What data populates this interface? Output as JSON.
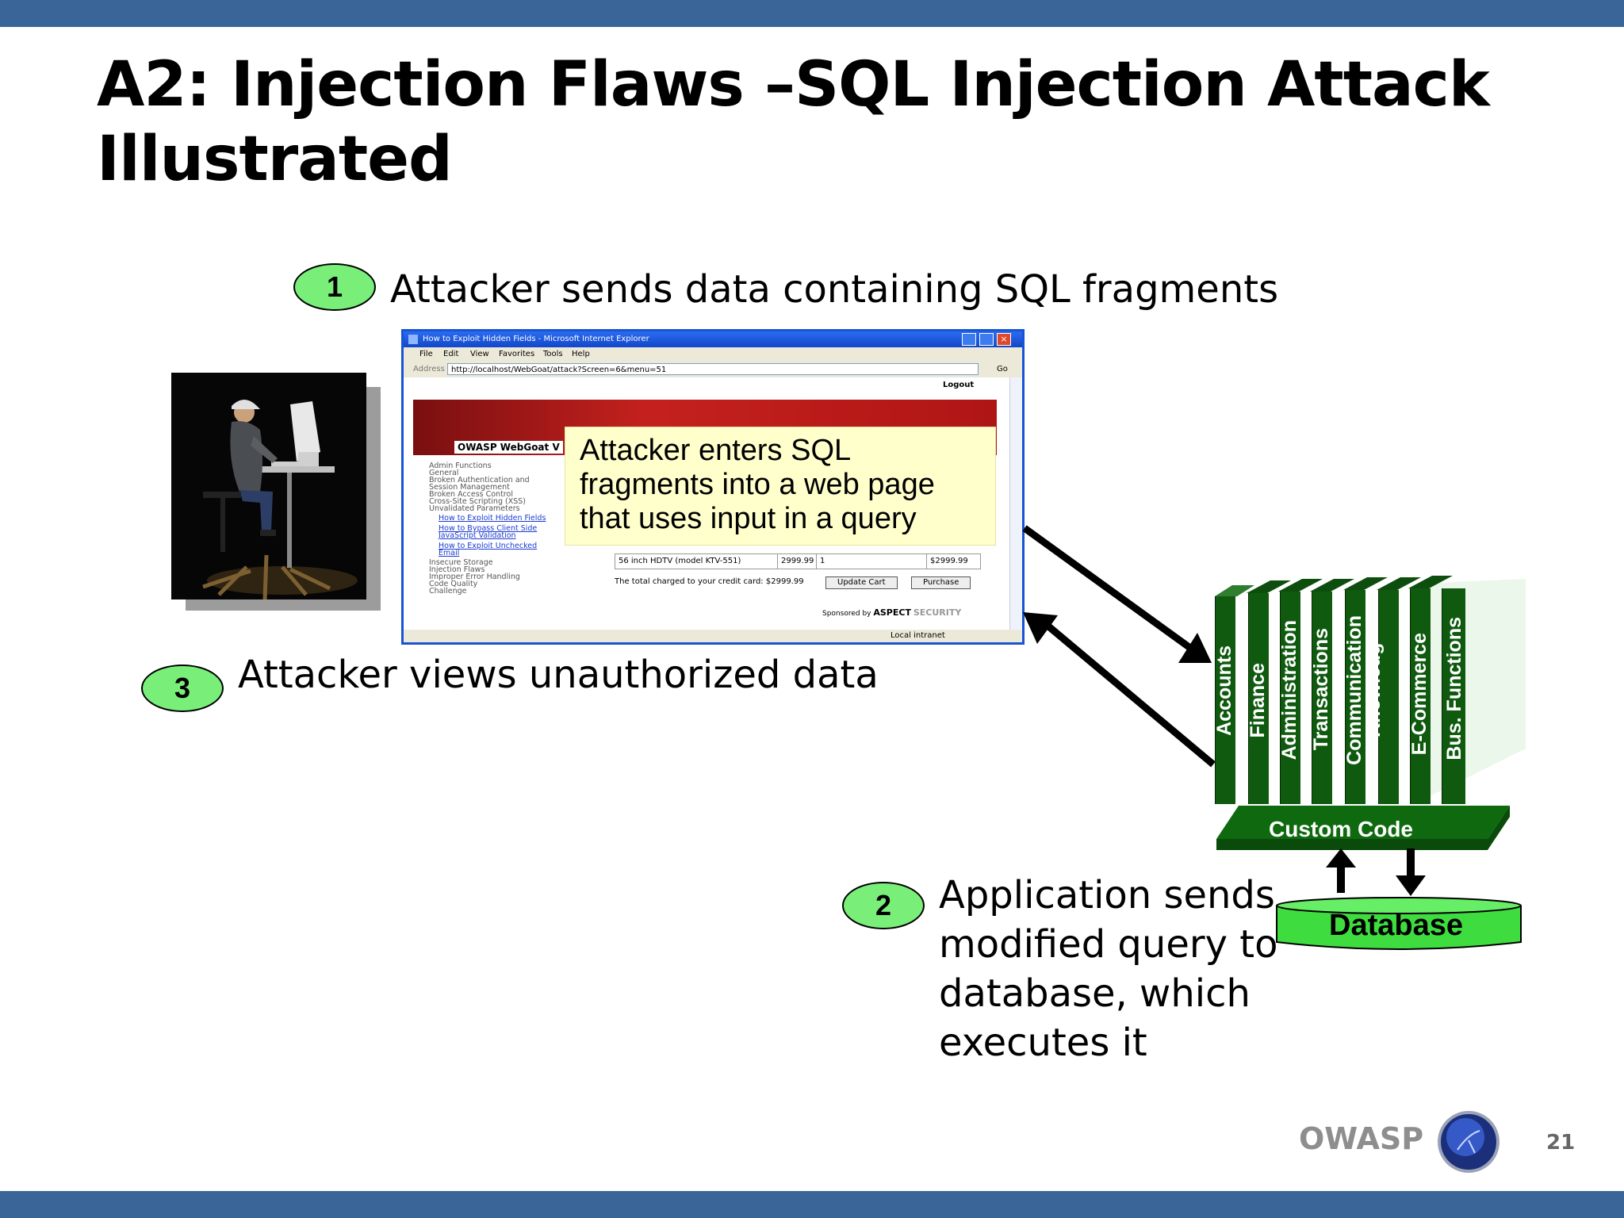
{
  "slide": {
    "title_line1": "A2: Injection Flaws –SQL Injection Attack",
    "title_line2": "Illustrated",
    "page_number": "21",
    "footer_brand": "OWASP"
  },
  "steps": [
    {
      "number": "1",
      "text": "Attacker sends data containing SQL fragments"
    },
    {
      "number": "2",
      "lines": [
        "Application sends",
        "modified query to",
        "database, which",
        "executes it"
      ]
    },
    {
      "number": "3",
      "text": "Attacker views unauthorized data"
    }
  ],
  "callout": {
    "lines": [
      "Attacker enters SQL",
      "fragments into a web page",
      "that uses input in a query"
    ]
  },
  "browser": {
    "window_title": "How to Exploit Hidden Fields - Microsoft Internet Explorer",
    "menu": [
      "File",
      "Edit",
      "View",
      "Favorites",
      "Tools",
      "Help"
    ],
    "address_label": "Address",
    "address": "http://localhost/WebGoat/attack?Screen=6&menu=51",
    "go_label": "Go",
    "logout": "Logout",
    "app_title": "OWASP  WebGoat V",
    "nav_items": [
      "Admin Functions",
      "General",
      "Broken Authentication and",
      "Session Management",
      "Broken Access Control",
      "Cross-Site Scripting (XSS)",
      "Unvalidated Parameters"
    ],
    "nav_links": [
      "How to Exploit Hidden Fields",
      "How to Bypass Client Side",
      "JavaScript Validation",
      "How to Exploit Unchecked",
      "Email"
    ],
    "nav_items_2": [
      "Insecure Storage",
      "Injection Flaws",
      "Improper Error Handling",
      "Code Quality",
      "Challenge"
    ],
    "cart_item": "56 inch HDTV (model KTV-551)",
    "cart_price": "2999.99",
    "cart_qty": "1",
    "cart_total": "$2999.99",
    "total_text": "The total charged to your credit card:",
    "total_value": "$2999.99",
    "btn_update": "Update Cart",
    "btn_purchase": "Purchase",
    "sponsor_text": "Sponsored by",
    "sponsor_name": "ASPECT",
    "sponsor_name2": "SECURITY",
    "status": "Local intranet"
  },
  "app_stack": {
    "columns": [
      "Accounts",
      "Finance",
      "Administration",
      "Transactions",
      "Communication",
      "Knowledge Mgmt",
      "E-Commerce",
      "Bus. Functions"
    ],
    "custom_code": "Custom Code",
    "database": "Database"
  },
  "colors": {
    "brand_blue": "#3a6598",
    "step_green": "#79ef7a",
    "app_green": "#0f5a0f",
    "db_green": "#3fdc3f"
  }
}
